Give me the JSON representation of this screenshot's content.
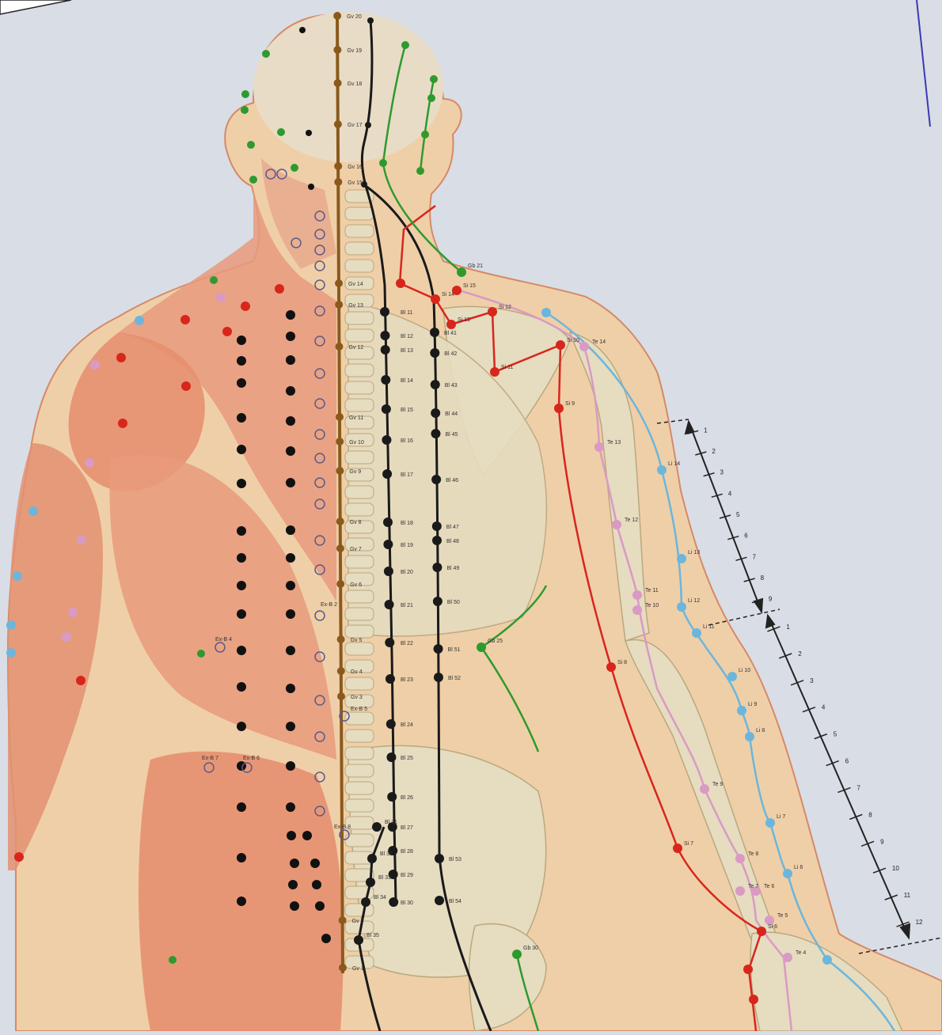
{
  "colors": {
    "background": "#d9dde6",
    "muscle": "#e79a7c",
    "bone": "#e6dcc0",
    "skin": "#efcfa8",
    "governing": "#8a5a1c",
    "bladder": "#1a1a1a",
    "small_intestine": "#d8261c",
    "gallbladder": "#2e9a2e",
    "triple_energizer": "#d99ac4",
    "large_intestine": "#6cb6dc"
  },
  "labels": {
    "gv": [
      "Gv 20",
      "Gv 19",
      "Gv 18",
      "Gv 17",
      "Gv 16",
      "Gv 15",
      "Gv 14",
      "Gv 13",
      "Gv 12",
      "Gv 11",
      "Gv 10",
      "Gv 9",
      "Gv 8",
      "Gv 7",
      "Gv 6",
      "Gv 5",
      "Gv 4",
      "Gv 3",
      "Gv 2",
      "Gv 1"
    ],
    "bl_inner": [
      "Bl 11",
      "Bl 12",
      "Bl 13",
      "Bl 14",
      "Bl 15",
      "Bl 16",
      "Bl 17",
      "Bl 18",
      "Bl 19",
      "Bl 20",
      "Bl 21",
      "Bl 22",
      "Bl 23",
      "Bl 24",
      "Bl 25",
      "Bl 26",
      "Bl 27",
      "Bl 28",
      "Bl 29",
      "Bl 30"
    ],
    "bl_outer": [
      "Bl 41",
      "Bl 42",
      "Bl 43",
      "Bl 44",
      "Bl 45",
      "Bl 46",
      "Bl 47",
      "Bl 48",
      "Bl 49",
      "Bl 50",
      "Bl 51",
      "Bl 52",
      "Bl 53",
      "Bl 54"
    ],
    "bl_sacral": [
      "Bl 31",
      "Bl 32",
      "Bl 33",
      "Bl 34",
      "Bl 35"
    ],
    "si": [
      "Si 15",
      "Si 14",
      "Si 13",
      "Si 12",
      "Si 11",
      "Si 10",
      "Si 9",
      "Si 8",
      "Si 7",
      "Si 6"
    ],
    "gb": [
      "Gb 21",
      "Gb 25",
      "Gb 30"
    ],
    "te": [
      "Te 14",
      "Te 13",
      "Te 12",
      "Te 11",
      "Te 10",
      "Te 9",
      "Te 8",
      "Te 7",
      "Te 6",
      "Te 5",
      "Te 4"
    ],
    "li": [
      "Li 14",
      "Li 13",
      "Li 12",
      "Li 11",
      "Li 10",
      "Li 9",
      "Li 8",
      "Li 7",
      "Li 6"
    ],
    "exb": [
      "Ex-B 2",
      "Ex-B 4",
      "Ex-B 5",
      "Ex-B 6",
      "Ex-B 7",
      "Ex-B 8"
    ],
    "scale_upper": [
      "1",
      "2",
      "3",
      "4",
      "5",
      "6",
      "7",
      "8",
      "9"
    ],
    "scale_lower": [
      "1",
      "2",
      "3",
      "4",
      "5",
      "6",
      "7",
      "8",
      "9",
      "10",
      "11",
      "12"
    ]
  }
}
